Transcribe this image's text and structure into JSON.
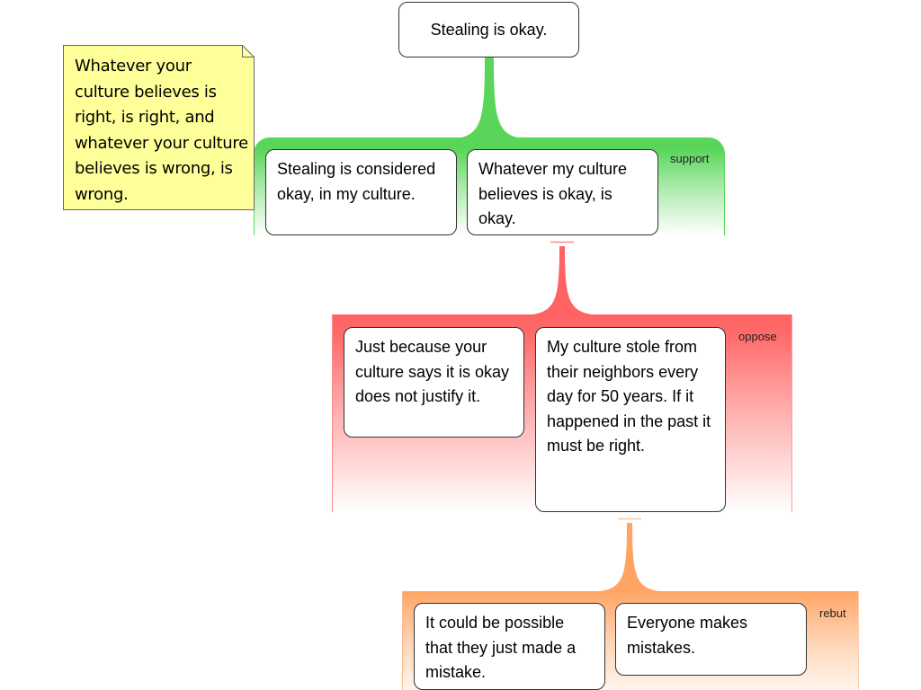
{
  "diagram": {
    "claim": {
      "text": "Stealing is okay."
    },
    "note": {
      "text": "Whatever your culture believes is right, is right, and whatever your culture believes is wrong, is wrong."
    },
    "groups": {
      "support": {
        "label": "support",
        "color": "#59d659",
        "premises": [
          "Stealing is considered okay, in my culture.",
          "Whatever my culture believes is okay, is okay."
        ]
      },
      "oppose": {
        "label": "oppose",
        "color": "#ff6363",
        "premises": [
          "Just because your culture says it is okay does not justify it.",
          "My culture stole from their neighbors every day for 50 years. If it happened in the past it must be right."
        ]
      },
      "rebut": {
        "label": "rebut",
        "color": "#ffa463",
        "premises": [
          "It could be possible that they just made a mistake.",
          "Everyone makes mistakes."
        ]
      }
    }
  }
}
